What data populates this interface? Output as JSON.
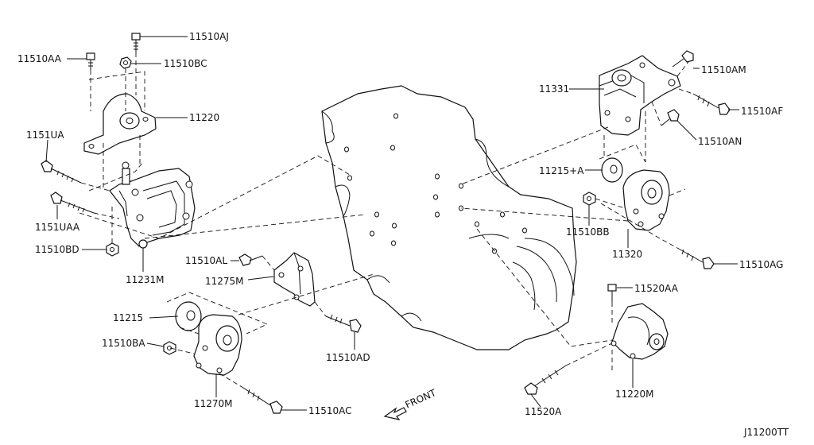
{
  "diagram": {
    "code": "J11200TT",
    "front_label": "FRONT",
    "labels": {
      "p11510AJ": "11510AJ",
      "p11510AA": "11510AA",
      "p11510BC": "11510BC",
      "p11220": "11220",
      "p1151UA": "1151UA",
      "p1151UAA": "1151UAA",
      "p11510BD": "11510BD",
      "p11231M": "11231M",
      "p11510AL": "11510AL",
      "p11275M": "11275M",
      "p11215": "11215",
      "p11510BA": "11510BA",
      "p11270M": "11270M",
      "p11510AC": "11510AC",
      "p11510AD": "11510AD",
      "p11331": "11331",
      "p11510AM": "11510AM",
      "p11510AF": "11510AF",
      "p11510AN": "11510AN",
      "p11215A": "11215+A",
      "p11510BB": "11510BB",
      "p11320": "11320",
      "p11510AG": "11510AG",
      "p11520AA": "11520AA",
      "p11220M": "11220M",
      "p11520A": "11520A"
    }
  }
}
